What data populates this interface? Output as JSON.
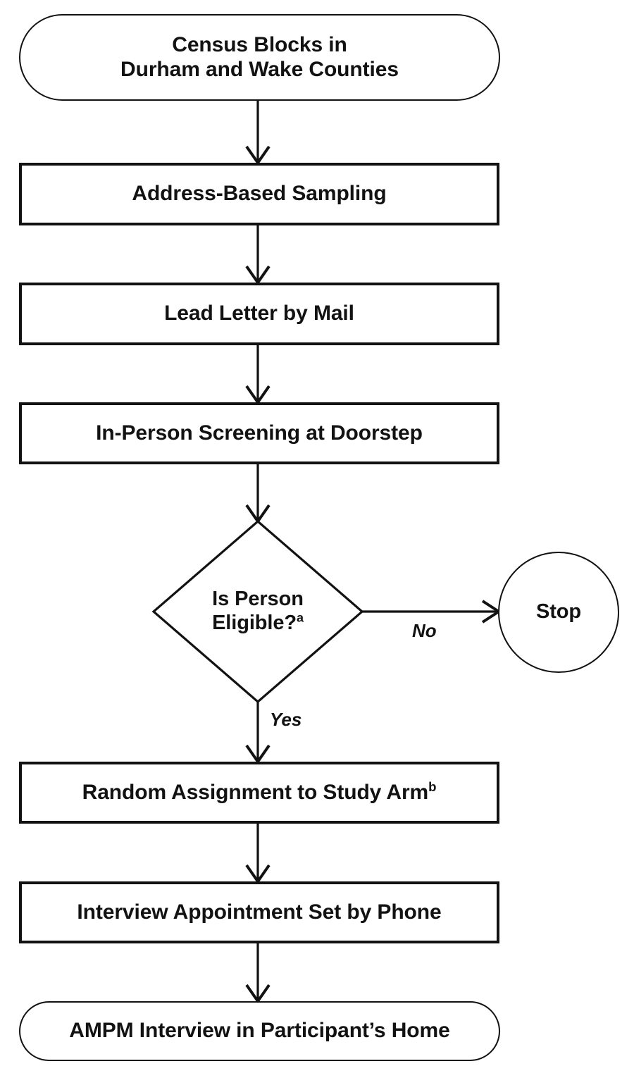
{
  "diagram": {
    "type": "flowchart",
    "orientation": "top-to-bottom",
    "background_color": "#ffffff",
    "line_color": "#121212",
    "text_color": "#121212",
    "nodes": [
      {
        "id": "census-blocks",
        "shape": "stadium",
        "line1": "Census Blocks in",
        "line2": "Durham and Wake Counties",
        "text": "Census Blocks in Durham and Wake Counties"
      },
      {
        "id": "address-based-sampling",
        "shape": "rectangle",
        "text": "Address-Based Sampling"
      },
      {
        "id": "lead-letter-by-mail",
        "shape": "rectangle",
        "text": "Lead Letter by Mail"
      },
      {
        "id": "in-person-screening",
        "shape": "rectangle",
        "text": "In-Person Screening at Doorstep"
      },
      {
        "id": "is-person-eligible",
        "shape": "diamond",
        "line1": "Is Person",
        "line2": "Eligible?",
        "footnote": "a",
        "text": "Is Person Eligible?a"
      },
      {
        "id": "stop",
        "shape": "circle",
        "text": "Stop"
      },
      {
        "id": "random-assignment",
        "shape": "rectangle",
        "text": "Random Assignment to Study Arm",
        "footnote": "b"
      },
      {
        "id": "interview-appointment",
        "shape": "rectangle",
        "text": "Interview Appointment Set by Phone"
      },
      {
        "id": "ampm-interview",
        "shape": "stadium",
        "text": "AMPM Interview in Participant’s Home"
      }
    ],
    "edges": [
      {
        "from": "census-blocks",
        "to": "address-based-sampling",
        "label": ""
      },
      {
        "from": "address-based-sampling",
        "to": "lead-letter-by-mail",
        "label": ""
      },
      {
        "from": "lead-letter-by-mail",
        "to": "in-person-screening",
        "label": ""
      },
      {
        "from": "in-person-screening",
        "to": "is-person-eligible",
        "label": ""
      },
      {
        "from": "is-person-eligible",
        "to": "stop",
        "label": "No"
      },
      {
        "from": "is-person-eligible",
        "to": "random-assignment",
        "label": "Yes"
      },
      {
        "from": "random-assignment",
        "to": "interview-appointment",
        "label": ""
      },
      {
        "from": "interview-appointment",
        "to": "ampm-interview",
        "label": ""
      }
    ],
    "edge_labels": {
      "no": "No",
      "yes": "Yes"
    }
  }
}
